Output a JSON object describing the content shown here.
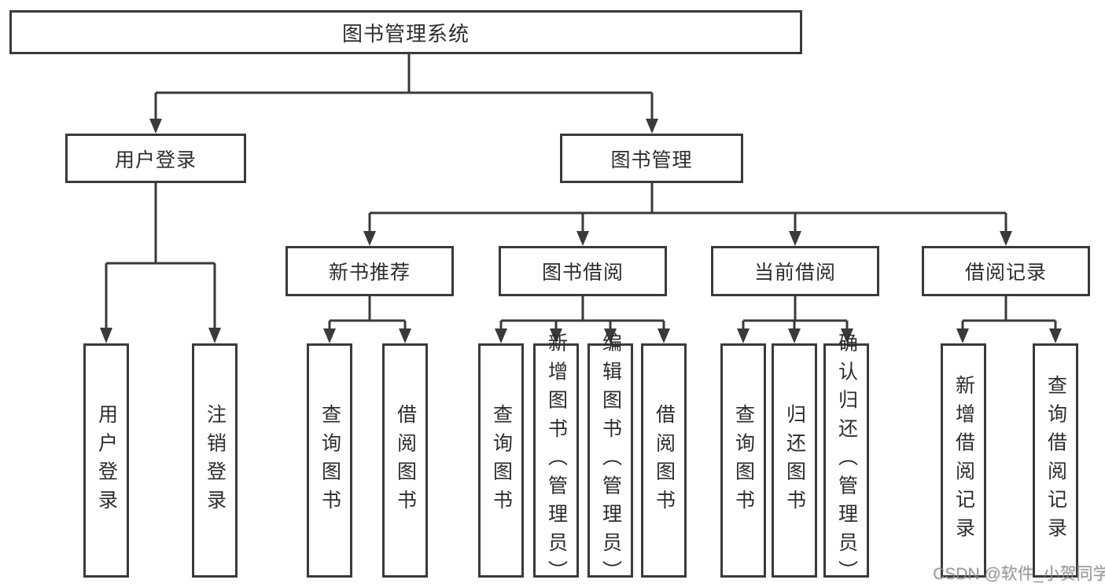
{
  "colors": {
    "background": "#ffffff",
    "line": "#3a3a3a",
    "box_border": "#3a3a3a",
    "text": "#2d2d2d",
    "watermark": "#8c8c8c"
  },
  "watermark": {
    "text": "CSDN @软件_小贺同学"
  },
  "diagram": {
    "root": {
      "label": "图书管理系统"
    },
    "level2": {
      "user_login": {
        "label": "用户登录"
      },
      "book_management": {
        "label": "图书管理"
      }
    },
    "level3": {
      "new_book_recommendation": {
        "label": "新书推荐"
      },
      "book_borrowing": {
        "label": "图书借阅"
      },
      "current_borrowing": {
        "label": "当前借阅"
      },
      "borrowing_records": {
        "label": "借阅记录"
      }
    },
    "leaves": {
      "user_login": [
        "用户登录",
        "注销登录"
      ],
      "new_book_recommendation": [
        "查询图书",
        "借阅图书"
      ],
      "book_borrowing": [
        "查询图书",
        "新增图书（管理员）",
        "编辑图书（管理员）",
        "借阅图书"
      ],
      "current_borrowing": [
        "查询图书",
        "归还图书",
        "确认归还（管理员）"
      ],
      "borrowing_records": [
        "新增借阅记录",
        "查询借阅记录"
      ]
    }
  }
}
